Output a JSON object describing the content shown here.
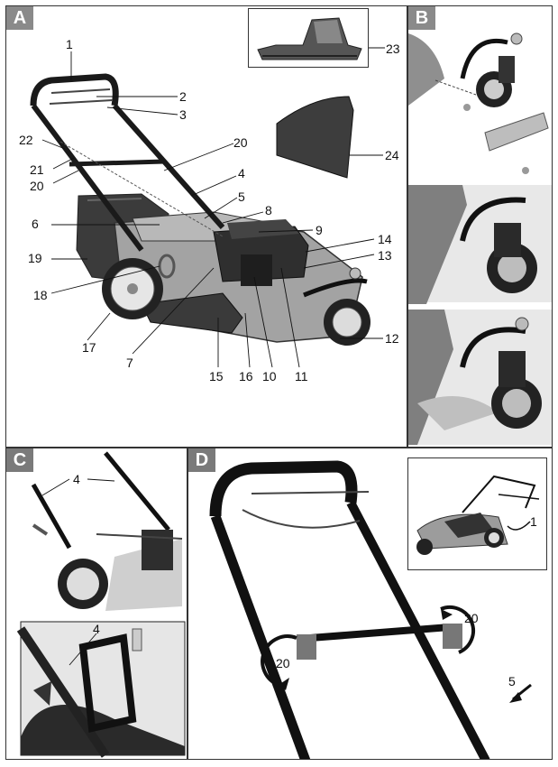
{
  "panels": {
    "a": {
      "tag": "A"
    },
    "b": {
      "tag": "B"
    },
    "c": {
      "tag": "C"
    },
    "d": {
      "tag": "D"
    }
  },
  "callouts_a": [
    "1",
    "2",
    "3",
    "20",
    "22",
    "21",
    "20",
    "4",
    "5",
    "8",
    "6",
    "9",
    "14",
    "13",
    "19",
    "18",
    "17",
    "7",
    "15",
    "16",
    "10",
    "11",
    "12",
    "23",
    "24"
  ],
  "callouts_c": [
    "4",
    "4"
  ],
  "callouts_d": [
    "20",
    "20",
    "5",
    "1"
  ],
  "colors": {
    "frame": "#333333",
    "tag": "#8a8a8a",
    "mower_dark": "#3a3a3a",
    "mower_grey": "#9a9a9a",
    "photo_bg": "#d9d9d9"
  }
}
